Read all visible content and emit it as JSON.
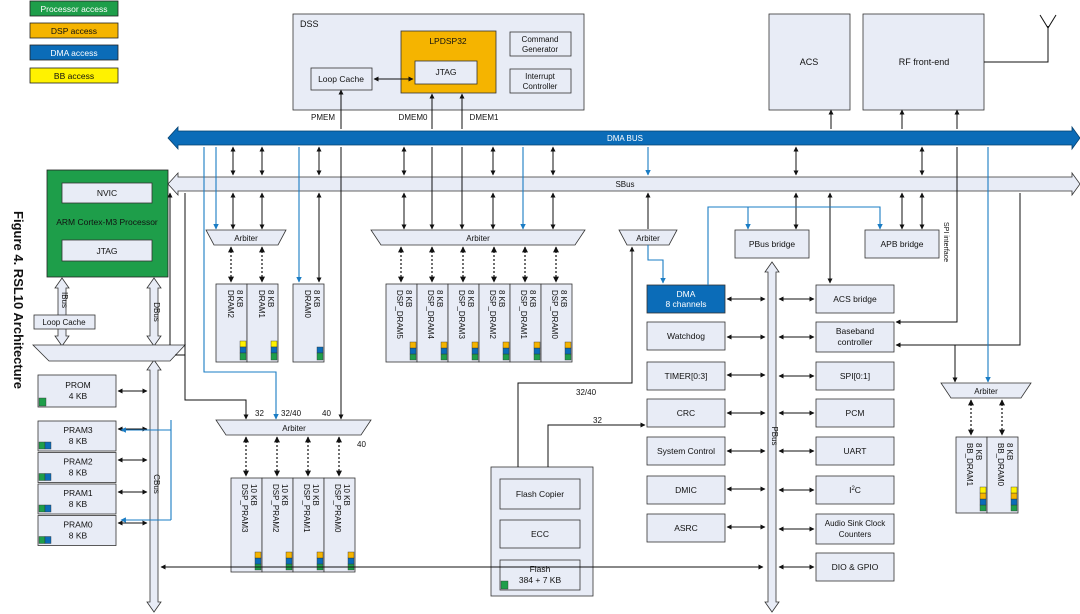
{
  "figure_title": "Figure 4. RSL10 Architecture",
  "legend": [
    {
      "label": "Processor access",
      "color": "#1e9e4a"
    },
    {
      "label": "DSP access",
      "color": "#f5b400"
    },
    {
      "label": "DMA access",
      "color": "#0b6cb8"
    },
    {
      "label": "BB access",
      "color": "#fff200"
    }
  ],
  "colors": {
    "box_fill": "#e8ecf6",
    "bus_fill": "#e8ecf6",
    "dma_bus": "#0b6cb8",
    "dma_arrow": "#1a7cc4",
    "green": "#1e9e4a",
    "yellow_orange": "#f5b400"
  },
  "dss": {
    "title": "DSS",
    "lpdsp": "LPDSP32",
    "jtag": "JTAG",
    "loop_cache": "Loop Cache",
    "cmd_gen": [
      "Command",
      "Generator"
    ],
    "int_ctrl": [
      "Interrupt",
      "Controller"
    ],
    "pmem": "PMEM",
    "dmem0": "DMEM0",
    "dmem1": "DMEM1"
  },
  "acs": "ACS",
  "rf": "RF front-end",
  "dma_bus": "DMA BUS",
  "sbus": "SBus",
  "arm": {
    "nvic": "NVIC",
    "name": "ARM Cortex-M3 Processor",
    "jtag": "JTAG"
  },
  "ibus": "IBus",
  "dbus": "DBus",
  "arm_loop_cache": "Loop Cache",
  "cbus": "CBus",
  "pbus": "PBus",
  "arbiter": "Arbiter",
  "dram": {
    "dram2": [
      "DRAM2",
      "8 KB"
    ],
    "dram1": [
      "DRAM1",
      "8 KB"
    ],
    "dram0": [
      "DRAM0",
      "8 KB"
    ]
  },
  "dsp_dram": [
    [
      "DSP_DRAM5",
      "8 KB"
    ],
    [
      "DSP_DRAM4",
      "8 KB"
    ],
    [
      "DSP_DRAM3",
      "8 KB"
    ],
    [
      "DSP_DRAM2",
      "8 KB"
    ],
    [
      "DSP_DRAM1",
      "8 KB"
    ],
    [
      "DSP_DRAM0",
      "8 KB"
    ]
  ],
  "dsp_pram": [
    [
      "DSP_PRAM3",
      "10 KB"
    ],
    [
      "DSP_PRAM2",
      "10 KB"
    ],
    [
      "DSP_PRAM1",
      "10 KB"
    ],
    [
      "DSP_PRAM0",
      "10 KB"
    ]
  ],
  "prom": [
    "PROM",
    "4 KB"
  ],
  "prams": [
    [
      "PRAM3",
      "8 KB"
    ],
    [
      "PRAM2",
      "8 KB"
    ],
    [
      "PRAM1",
      "8 KB"
    ],
    [
      "PRAM0",
      "8 KB"
    ]
  ],
  "bus_labels": {
    "w32a": "32",
    "w32_40a": "32/40",
    "w40a": "40",
    "w40b": "40",
    "w32_40b": "32/40",
    "w32b": "32"
  },
  "flash": {
    "copier": "Flash Copier",
    "ecc": "ECC",
    "flash": [
      "Flash",
      "384 + 7 KB"
    ]
  },
  "pbus_bridge": "PBus bridge",
  "apb_bridge": "APB bridge",
  "spi_interface": "SPI interface",
  "dma": [
    "DMA",
    "8 channels"
  ],
  "left_periph": [
    "Watchdog",
    "TIMER[0:3]",
    "CRC",
    "System Control",
    "DMIC",
    "ASRC"
  ],
  "acs_bridge": "ACS bridge",
  "baseband": [
    "Baseband",
    "controller"
  ],
  "right_periph": {
    "spi": "SPI[0:1]",
    "pcm": "PCM",
    "uart": "UART",
    "i2c_base": "I",
    "i2c_sup": "2",
    "i2c_end": "C",
    "audio_sink": [
      "Audio Sink Clock",
      "Counters"
    ],
    "dio": "DIO & GPIO"
  },
  "bb_dram": [
    [
      "BB_DRAM1",
      "8 KB"
    ],
    [
      "BB_DRAM0",
      "8 KB"
    ]
  ]
}
